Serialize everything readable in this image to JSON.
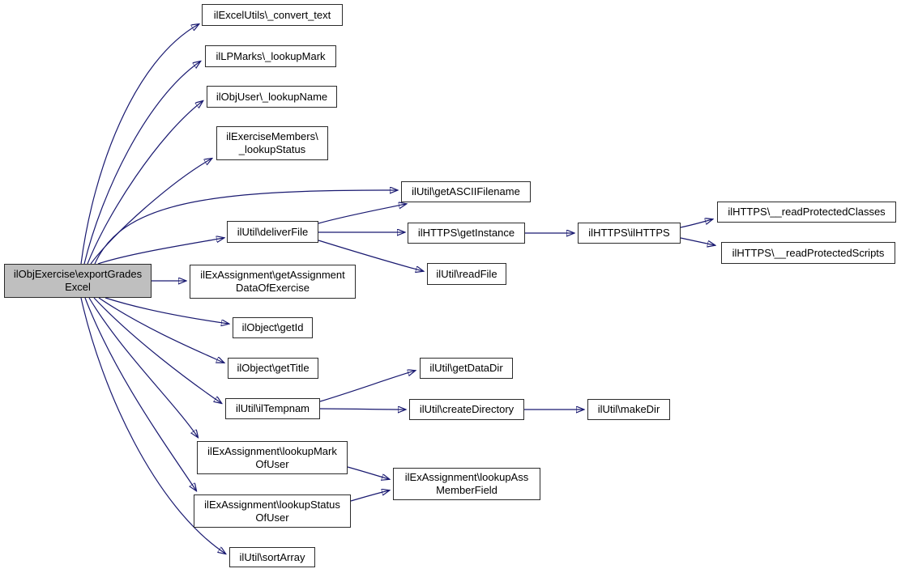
{
  "diagram": {
    "type": "call-graph",
    "colors": {
      "edge": "#191970",
      "node_border": "#2b2b2b",
      "node_fill": "#ffffff",
      "root_fill": "#bfbfbf",
      "text": "#000000",
      "background": "#ffffff"
    }
  },
  "nodes": {
    "main": {
      "label": "ilObjExercise\\exportGrades\nExcel"
    },
    "convert_text": {
      "label": "ilExcelUtils\\_convert_text"
    },
    "lookup_mark": {
      "label": "ilLPMarks\\_lookupMark"
    },
    "lookup_name": {
      "label": "ilObjUser\\_lookupName"
    },
    "lookup_status": {
      "label": "ilExerciseMembers\\\n_lookupStatus"
    },
    "get_ascii": {
      "label": "ilUtil\\getASCIIFilename"
    },
    "deliver_file": {
      "label": "ilUtil\\deliverFile"
    },
    "get_instance": {
      "label": "ilHTTPS\\getInstance"
    },
    "il_https": {
      "label": "ilHTTPS\\ilHTTPS"
    },
    "read_protected_classes": {
      "label": "ilHTTPS\\__readProtectedClasses"
    },
    "read_protected_scripts": {
      "label": "ilHTTPS\\__readProtectedScripts"
    },
    "read_file": {
      "label": "ilUtil\\readFile"
    },
    "get_assignment_data": {
      "label": "ilExAssignment\\getAssignment\nDataOfExercise"
    },
    "get_id": {
      "label": "ilObject\\getId"
    },
    "get_title": {
      "label": "ilObject\\getTitle"
    },
    "il_tempnam": {
      "label": "ilUtil\\ilTempnam"
    },
    "get_data_dir": {
      "label": "ilUtil\\getDataDir"
    },
    "create_directory": {
      "label": "ilUtil\\createDirectory"
    },
    "make_dir": {
      "label": "ilUtil\\makeDir"
    },
    "lookup_mark_of_user": {
      "label": "ilExAssignment\\lookupMark\nOfUser"
    },
    "lookup_ass_member_field": {
      "label": "ilExAssignment\\lookupAss\nMemberField"
    },
    "lookup_status_of_user": {
      "label": "ilExAssignment\\lookupStatus\nOfUser"
    },
    "sort_array": {
      "label": "ilUtil\\sortArray"
    }
  },
  "edges": [
    {
      "from": "main",
      "to": "convert_text"
    },
    {
      "from": "main",
      "to": "lookup_mark"
    },
    {
      "from": "main",
      "to": "lookup_name"
    },
    {
      "from": "main",
      "to": "lookup_status"
    },
    {
      "from": "main",
      "to": "get_ascii"
    },
    {
      "from": "main",
      "to": "deliver_file"
    },
    {
      "from": "main",
      "to": "get_assignment_data"
    },
    {
      "from": "main",
      "to": "get_id"
    },
    {
      "from": "main",
      "to": "get_title"
    },
    {
      "from": "main",
      "to": "il_tempnam"
    },
    {
      "from": "main",
      "to": "lookup_mark_of_user"
    },
    {
      "from": "main",
      "to": "lookup_status_of_user"
    },
    {
      "from": "main",
      "to": "sort_array"
    },
    {
      "from": "deliver_file",
      "to": "get_ascii"
    },
    {
      "from": "deliver_file",
      "to": "get_instance"
    },
    {
      "from": "deliver_file",
      "to": "read_file"
    },
    {
      "from": "get_instance",
      "to": "il_https"
    },
    {
      "from": "il_https",
      "to": "read_protected_classes"
    },
    {
      "from": "il_https",
      "to": "read_protected_scripts"
    },
    {
      "from": "il_tempnam",
      "to": "get_data_dir"
    },
    {
      "from": "il_tempnam",
      "to": "create_directory"
    },
    {
      "from": "create_directory",
      "to": "make_dir"
    },
    {
      "from": "lookup_mark_of_user",
      "to": "lookup_ass_member_field"
    },
    {
      "from": "lookup_status_of_user",
      "to": "lookup_ass_member_field"
    }
  ]
}
